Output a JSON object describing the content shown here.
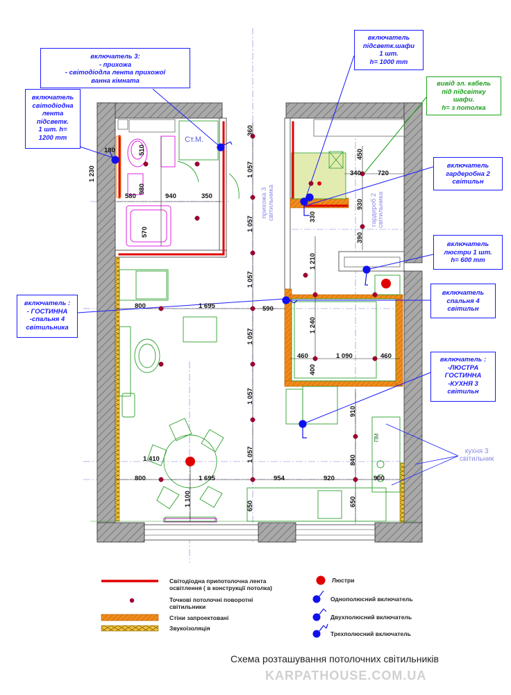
{
  "callouts": {
    "hallway_switch": [
      "включатель  3:",
      "- прихожа",
      "- світодіодла лента прихожої",
      "ванна кімната"
    ],
    "led_strip_switch": [
      "включатель",
      "світодіодна",
      "лента",
      "підсветк.",
      "1 шт.    h=",
      "1200 mm"
    ],
    "wardrobe_light_switch": [
      "включатель",
      "підсветк.шафи",
      "1 шт.",
      "h= 1000 mm"
    ],
    "cable_outlet": [
      "вивід эл. кабель",
      "під підсвітку",
      "шафи.",
      "h= з потолка"
    ],
    "wardrobe_switch": [
      "включатель",
      "гардеробна 2",
      "світильн"
    ],
    "chandelier_switch": [
      "включатель",
      "люстри 1 шт.",
      "h= 600 mm"
    ],
    "living_switch": [
      "включатель :",
      "- ГОСТИННА",
      "-спальня 4",
      "світильника"
    ],
    "bedroom_switch": [
      "включатель",
      "спальня 4",
      "світильн"
    ],
    "kitchen_switch": [
      "включатель :",
      "-ЛЮСТРА",
      "ГОСТИННА",
      "-КУХНЯ 3",
      "світильн"
    ]
  },
  "room_labels": {
    "hallway": [
      "прихожа 3",
      "світильника"
    ],
    "wardrobe": [
      "гардероб 2",
      "світильника"
    ],
    "kitchen": [
      "кухня 3",
      "світильник"
    ],
    "washer": "Ст.М.",
    "fridge": "ПМ"
  },
  "dimensions": {
    "d180": "180",
    "d510": "510",
    "d1230": "1 230",
    "d980": "980",
    "d580": "580",
    "d940": "940",
    "d350": "350",
    "d570": "570",
    "d360": "360",
    "d1057a": "1 057",
    "d1057b": "1 057",
    "d1057c": "1 057",
    "d1057d": "1 057",
    "d1057e": "1 057",
    "d1057f": "1 057",
    "d450": "450",
    "d340": "340",
    "d720": "720",
    "d930": "930",
    "d330": "330",
    "d390": "390",
    "d1210": "1 210",
    "d590": "590",
    "d1240": "1 240",
    "d800a": "800",
    "d1695a": "1 695",
    "d460a": "460",
    "d1090": "1 090",
    "d460b": "460",
    "d400": "400",
    "d910": "910",
    "d840": "840",
    "d1410": "1 410",
    "d800b": "800",
    "d1695b": "1 695",
    "d954": "954",
    "d920": "920",
    "d900": "900",
    "d1100": "1 100",
    "d650a": "650",
    "d650b": "650"
  },
  "legend": {
    "led_strip": [
      "Світодіодна припотолочна лента",
      "освітлення ( в конструкції потолка)"
    ],
    "spot_lights": [
      "Точкові потолочні поворотні",
      "світильники"
    ],
    "walls_designed": "Стіни запроектовані",
    "sound_insulation": "Звукоізоляція",
    "chandelier": "Люстри",
    "switch_single": "Однополюсний включатель",
    "switch_double": "Двухполюсний включатель",
    "switch_triple": "Трехполюсний включатель"
  },
  "caption": "Схема розташування потолочних світильників",
  "watermark": "KARPATHOUSE.COM.UA",
  "colors": {
    "wall_fill": "#a9a9a9",
    "led_strip": "#e00000",
    "new_wall": "#f08c1a",
    "switch": "#1010ee",
    "callout_border": "#1a1aff",
    "furniture": "#2ca02c",
    "bath": "#e020e0",
    "wardrobe_fill": "#e3ecb0",
    "spot": "#a00030"
  }
}
